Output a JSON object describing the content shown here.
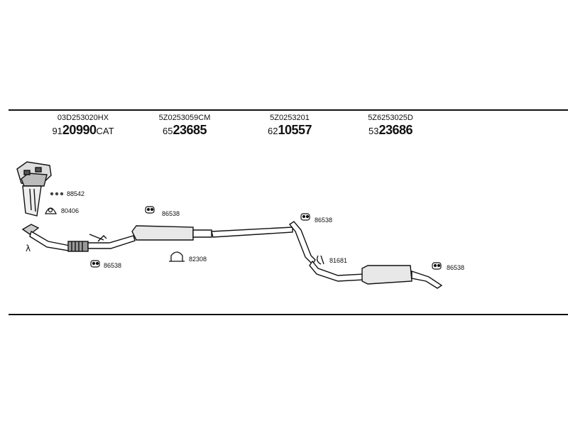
{
  "headers": [
    {
      "oe": "03D253020HX",
      "prefix": "91",
      "main": "20990",
      "suffix": "CAT"
    },
    {
      "oe": "5Z0253059CM",
      "prefix": "65",
      "main": "23685",
      "suffix": ""
    },
    {
      "oe": "5Z0253201",
      "prefix": "62",
      "main": "10557",
      "suffix": ""
    },
    {
      "oe": "5Z6253025D",
      "prefix": "53",
      "main": "23686",
      "suffix": ""
    }
  ],
  "part_labels": {
    "clamp_cat": "88542",
    "gasket_cat": "80406",
    "mount_front": "86538",
    "mount_mid": "86538",
    "mount_rear_mid": "86538",
    "mount_rear": "86538",
    "clamp_mid": "82308",
    "clamp_rear": "81681",
    "lambda": "λ"
  }
}
